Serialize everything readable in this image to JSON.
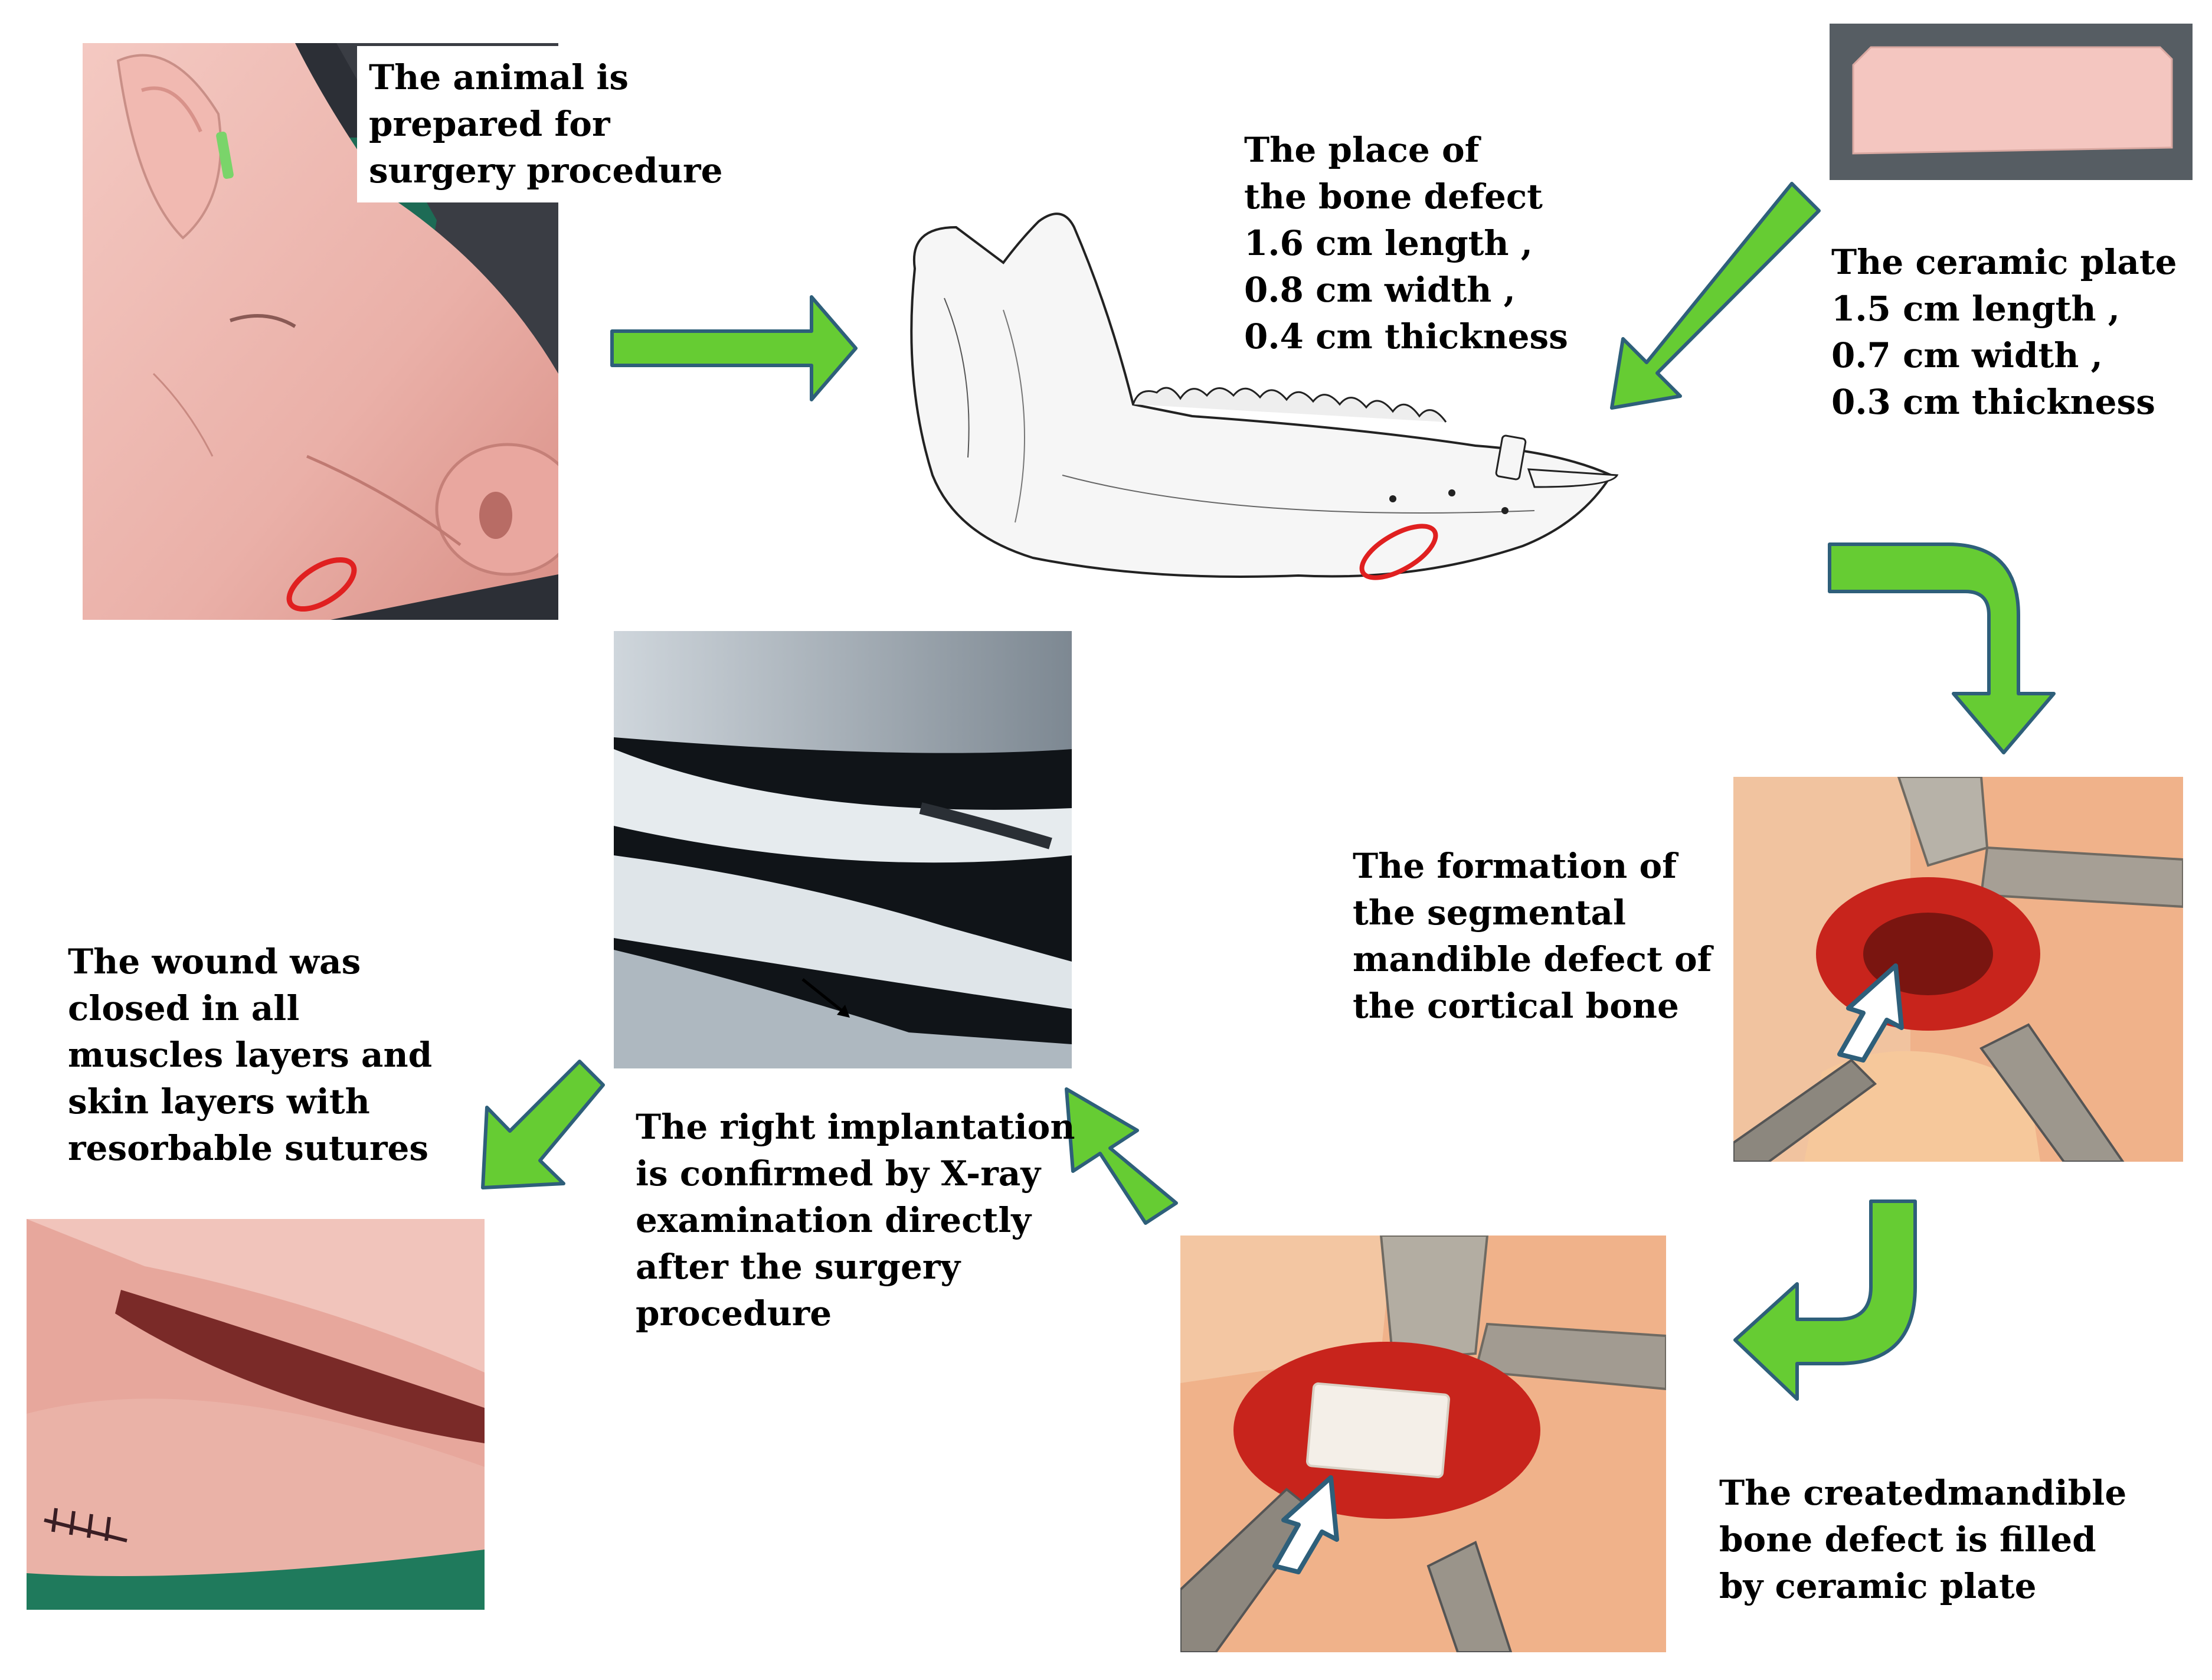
{
  "steps": {
    "prepare": {
      "lines": [
        "The animal is",
        "prepared for",
        "surgery procedure"
      ]
    },
    "defect_site": {
      "lines": [
        "The place of",
        "the bone defect",
        "1.6 cm length ,",
        "0.8 cm width ,",
        "0.4 cm thickness"
      ]
    },
    "ceramic_plate": {
      "lines": [
        "The ceramic plate",
        "1.5 cm length ,",
        "0.7 cm width ,",
        "0.3 cm thickness"
      ]
    },
    "defect_formation": {
      "lines": [
        "The formation of",
        "the segmental",
        "mandible defect of",
        "the cortical bone"
      ]
    },
    "filled": {
      "lines": [
        "The createdmandible",
        "bone defect is filled",
        "by ceramic plate"
      ]
    },
    "xray": {
      "lines": [
        "The right implantation",
        "is confirmed by X-ray",
        "examination directly",
        "after the surgery",
        "procedure"
      ]
    },
    "closure": {
      "lines": [
        "The wound was",
        "closed in all",
        "muscles layers and",
        "skin layers with",
        "resorbable sutures"
      ]
    }
  },
  "colors": {
    "arrow_fill": "#66cc33",
    "arrow_stroke": "#2e5f7a",
    "defect_marker": "#e02020",
    "tissue": "#c8241c",
    "skin": "#f2bfb7",
    "ceramic": "#f4c6c0",
    "xray_dark": "#101418"
  }
}
